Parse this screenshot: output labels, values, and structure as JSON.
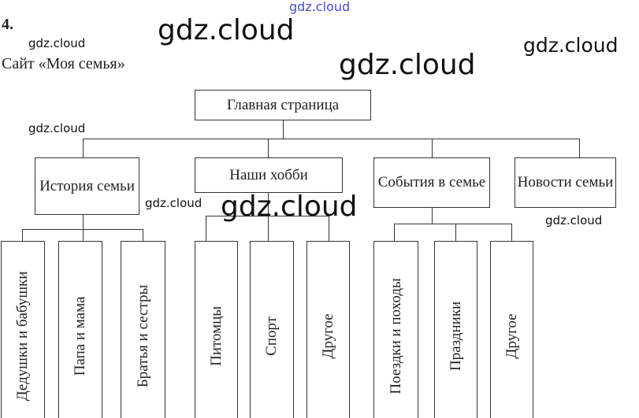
{
  "header": {
    "number": "4.",
    "caption": "Сайт «Моя семья»"
  },
  "root": "Главная страница",
  "sections": [
    {
      "label": "История семьи",
      "children": [
        "Дедушки и бабушки",
        "Папа и мама",
        "Братья и сестры"
      ]
    },
    {
      "label": "Наши хобби",
      "children": [
        "Питомцы",
        "Спорт",
        "Другое"
      ]
    },
    {
      "label": "События в семье",
      "children": [
        "Поездки и походы",
        "Праздники",
        "Другое"
      ]
    },
    {
      "label": "Новости семьи",
      "children": []
    }
  ],
  "watermark": "gdz.cloud"
}
